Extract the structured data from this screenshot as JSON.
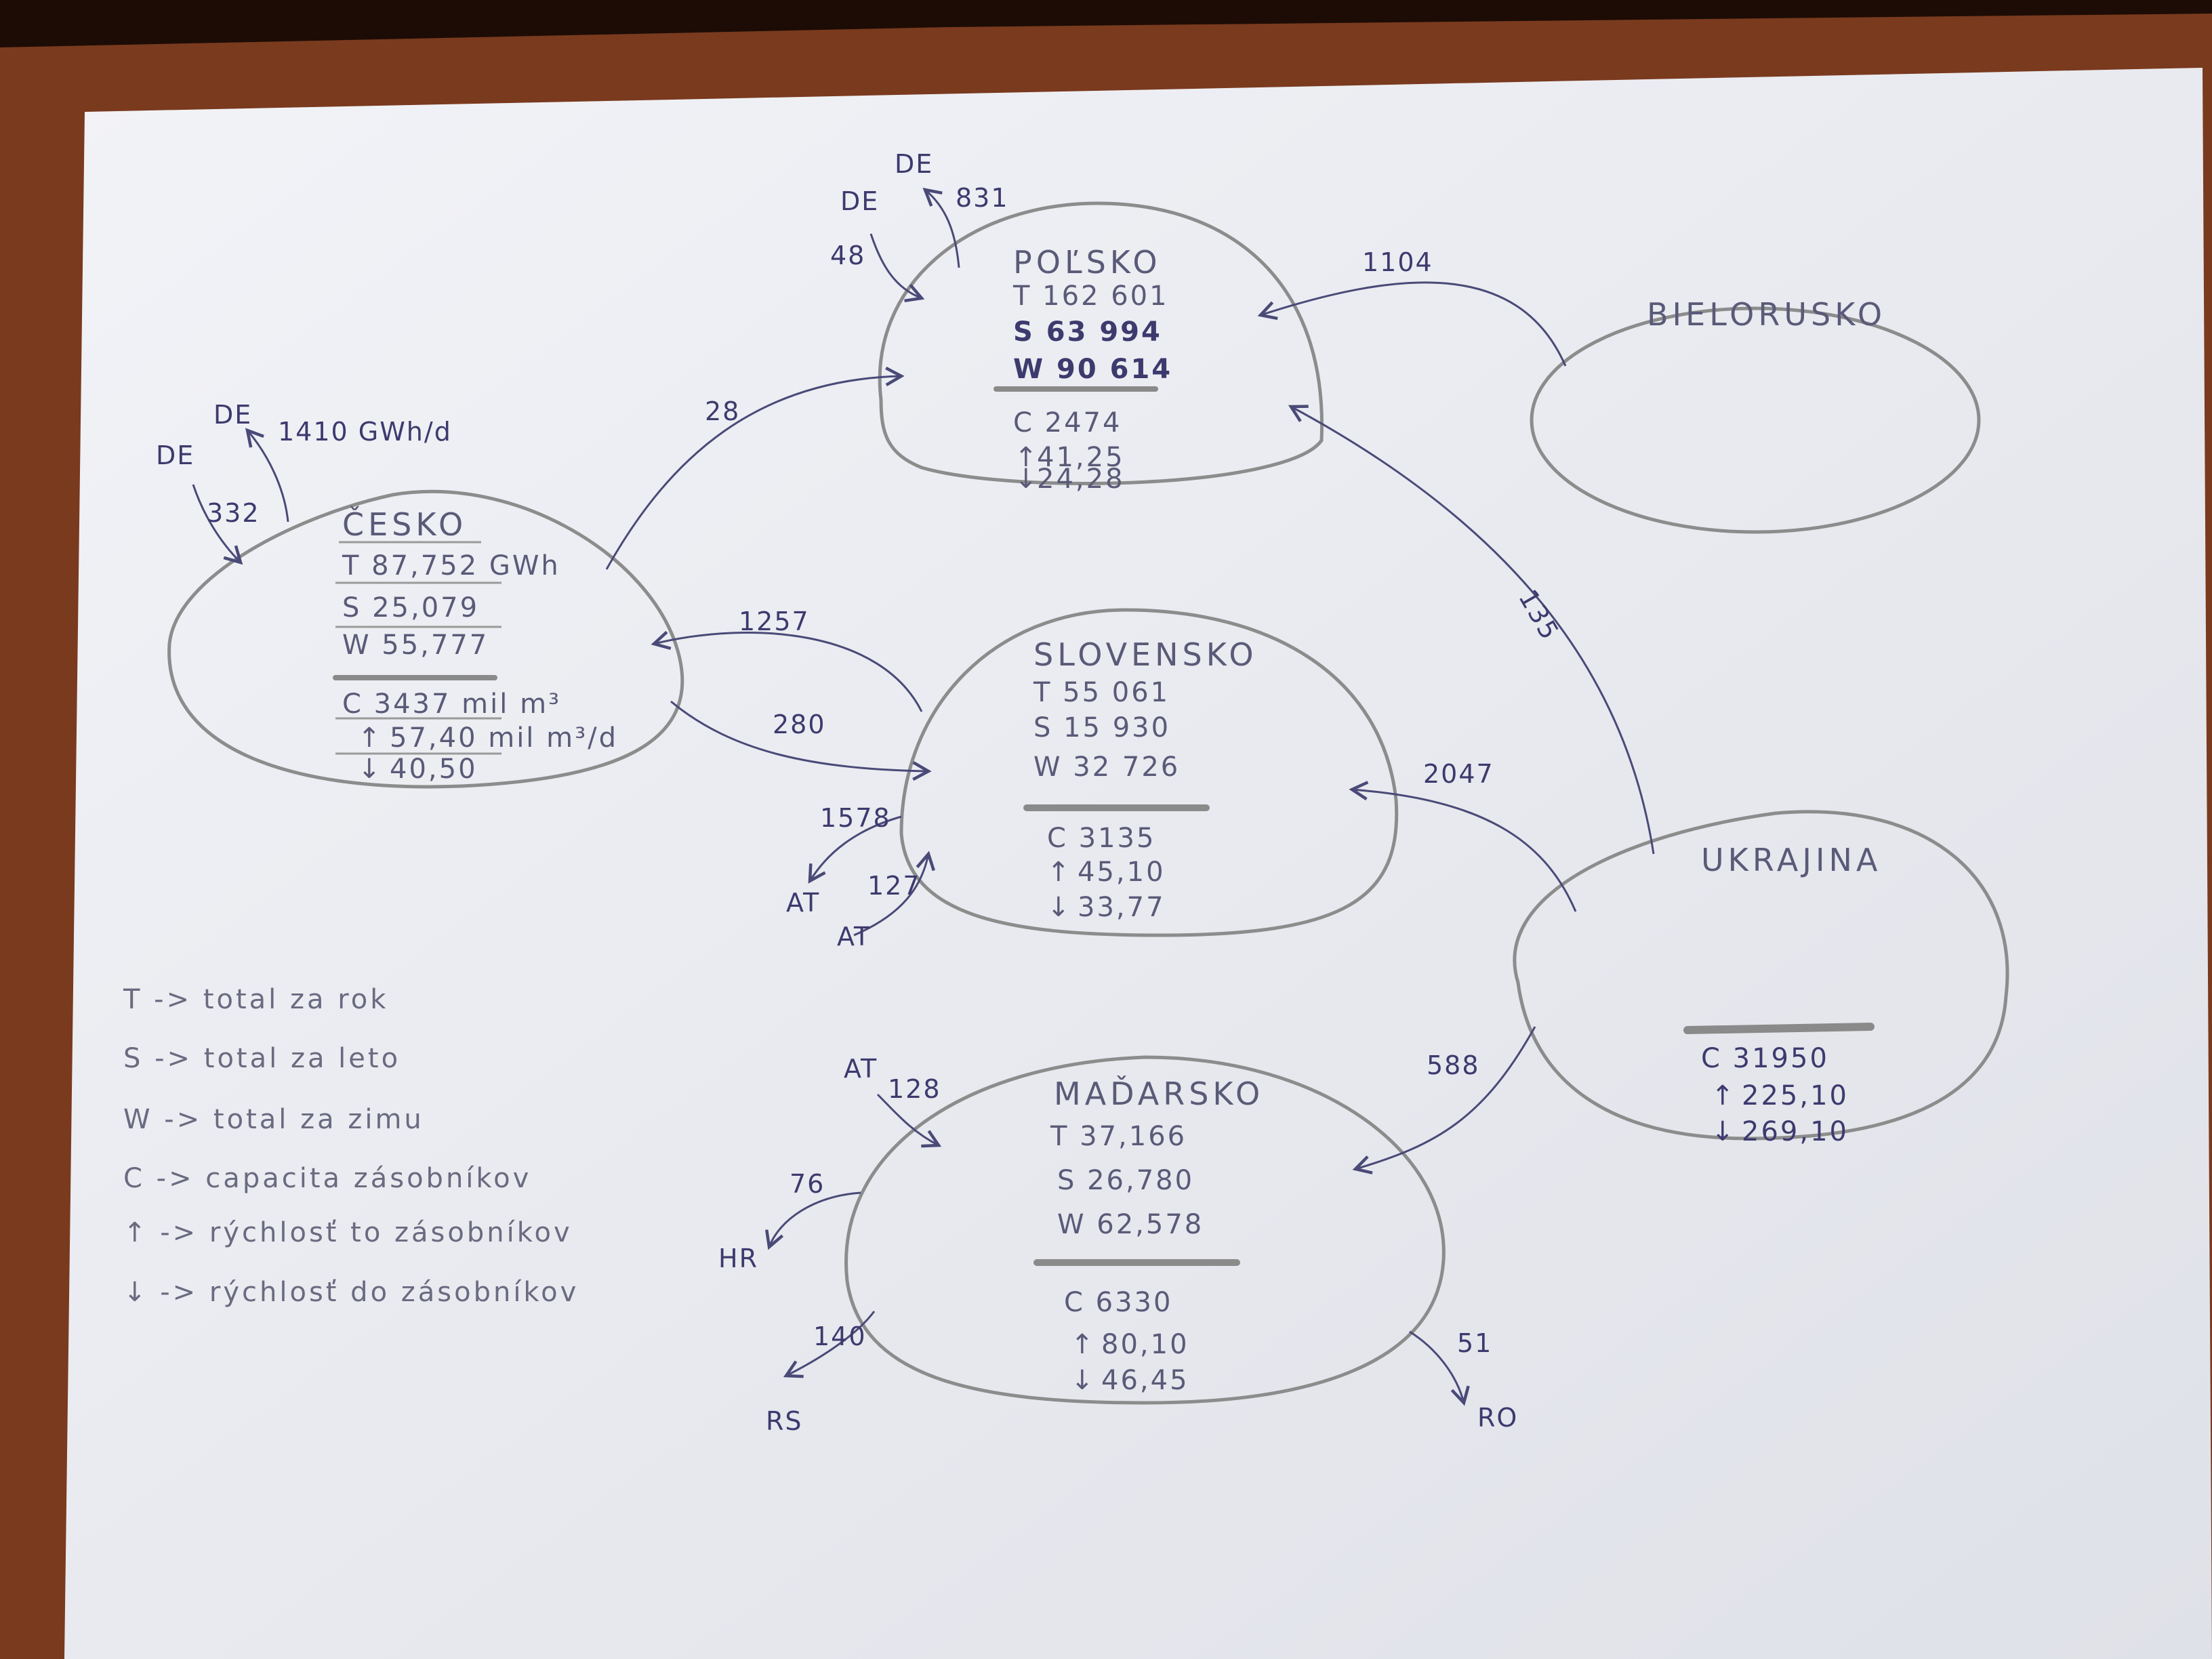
{
  "colors": {
    "table": "#7a3a1e",
    "table_dark": "#2a1108",
    "paper": "#eceef3",
    "pencil": "#8a8a8a",
    "ink": "#3d3a6e"
  },
  "nodes": {
    "polsko": {
      "name": "POĽSKO",
      "t": "T 162 601",
      "s": "S 63 994",
      "w": "W 90 614",
      "c": "C 2474",
      "up": "41,25",
      "down": "24,28"
    },
    "cesko": {
      "name": "ČESKO",
      "t": "T 87,752 GWh",
      "s": "S 25,079",
      "w": "W 55,777",
      "c": "C 3437 mil m³",
      "up": "57,40 mil m³/d",
      "down": "40,50"
    },
    "slovensko": {
      "name": "SLOVENSKO",
      "t": "T 55 061",
      "s": "S 15 930",
      "w": "W 32 726",
      "c": "C 3135",
      "up": "45,10",
      "down": "33,77"
    },
    "madarsko": {
      "name": "MAĎARSKO",
      "t": "T 37,166",
      "s": "S 26,780",
      "w": "W 62,578",
      "c": "C 6330",
      "up": "80,10",
      "down": "46,45"
    },
    "bielorusko": {
      "name": "BIELORUSKO"
    },
    "ukrajina": {
      "name": "UKRAJINA",
      "c": "C 31950",
      "up": "225,10",
      "down": "269,10"
    }
  },
  "flows": {
    "de_pl_in_label": "DE",
    "de_pl_in_value": "48",
    "de_pl_out_label": "DE",
    "de_pl_out_value": "831",
    "by_pl": "1104",
    "cz_pl": "28",
    "ua_pl": "135",
    "de_cz_in_label": "DE",
    "de_cz_in_value": "332",
    "de_cz_out_label": "DE",
    "de_cz_out_value": "1410 GWh/d",
    "sk_cz": "1257",
    "cz_sk": "280",
    "ua_sk": "2047",
    "sk_at_out_value": "1578",
    "sk_at_out_label": "AT",
    "at_sk_in_value": "127",
    "at_sk_in_label": "AT",
    "ua_hu": "588",
    "at_hu_label": "AT",
    "at_hu_value": "128",
    "hu_hr_value": "76",
    "hu_hr_label": "HR",
    "hu_rs_value": "140",
    "hu_rs_label": "RS",
    "hu_ro_value": "51",
    "hu_ro_label": "RO"
  },
  "legend": [
    "T -> total za rok",
    "S -> total za leto",
    "W -> total za zimu",
    "C -> capacita zásobníkov",
    "↑ -> rýchlosť to zásobníkov",
    "↓ -> rýchlosť do zásobníkov"
  ]
}
